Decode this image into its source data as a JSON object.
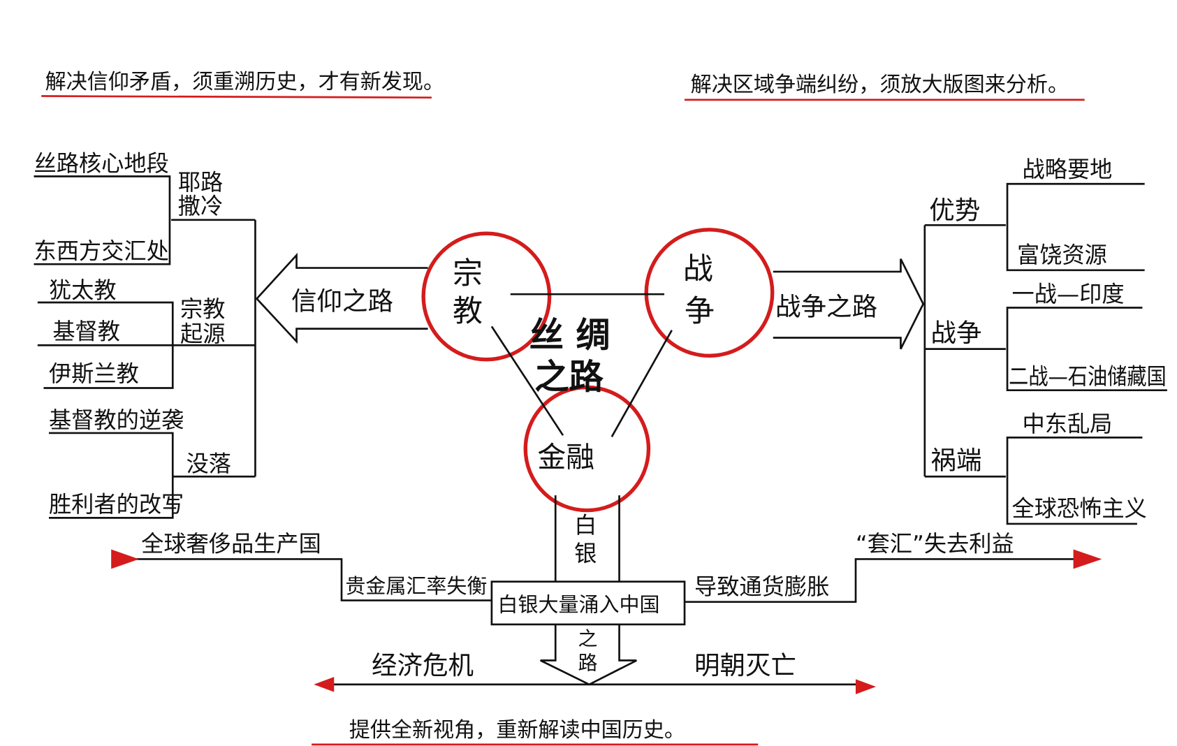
{
  "headings": {
    "top_left": "解决信仰矛盾，须重溯历史，才有新发现。",
    "top_right": "解决区域争端纠纷，须放大版图来分析。",
    "bottom": "提供全新视角，重新解读中国历史。"
  },
  "center": {
    "title_line1": "丝 绸",
    "title_line2": "之路",
    "nodes": {
      "religion": "宗教",
      "religion_2": "",
      "war": "战争",
      "finance": "金融"
    }
  },
  "left": {
    "arrow_label": "信仰之路",
    "branches": [
      {
        "label_1": "耶路",
        "label_2": "撒冷",
        "items": [
          "丝路核心地段",
          "东西方交汇处"
        ]
      },
      {
        "label_1": "宗教",
        "label_2": "起源",
        "items": [
          "犹太教",
          "基督教",
          "伊斯兰教"
        ]
      },
      {
        "label_1": "没落",
        "items": [
          "基督教的逆袭",
          "胜利者的改写"
        ]
      }
    ]
  },
  "right": {
    "arrow_label": "战争之路",
    "branches": [
      {
        "label": "优势",
        "items": [
          "战略要地",
          "富饶资源"
        ]
      },
      {
        "label": "战争",
        "items": [
          "一战—印度",
          "二战—石油储藏国"
        ]
      },
      {
        "label": "祸端",
        "items": [
          "中东乱局",
          "全球恐怖主义"
        ]
      }
    ]
  },
  "bottom": {
    "arrow_top_1": "白",
    "arrow_top_2": "银",
    "arrow_bottom_1": "之",
    "arrow_bottom_2": "路",
    "box": "白银大量涌入中国",
    "left_upper": "全球奢侈品生产国",
    "left_lower": "贵金属汇率失衡",
    "right_lower": "导致通货膨胀",
    "right_upper": "“套汇”失去利益",
    "crisis": "经济危机",
    "fall": "明朝灭亡"
  },
  "colors": {
    "accent_red": "#d41c1c",
    "ink": "#111111"
  }
}
